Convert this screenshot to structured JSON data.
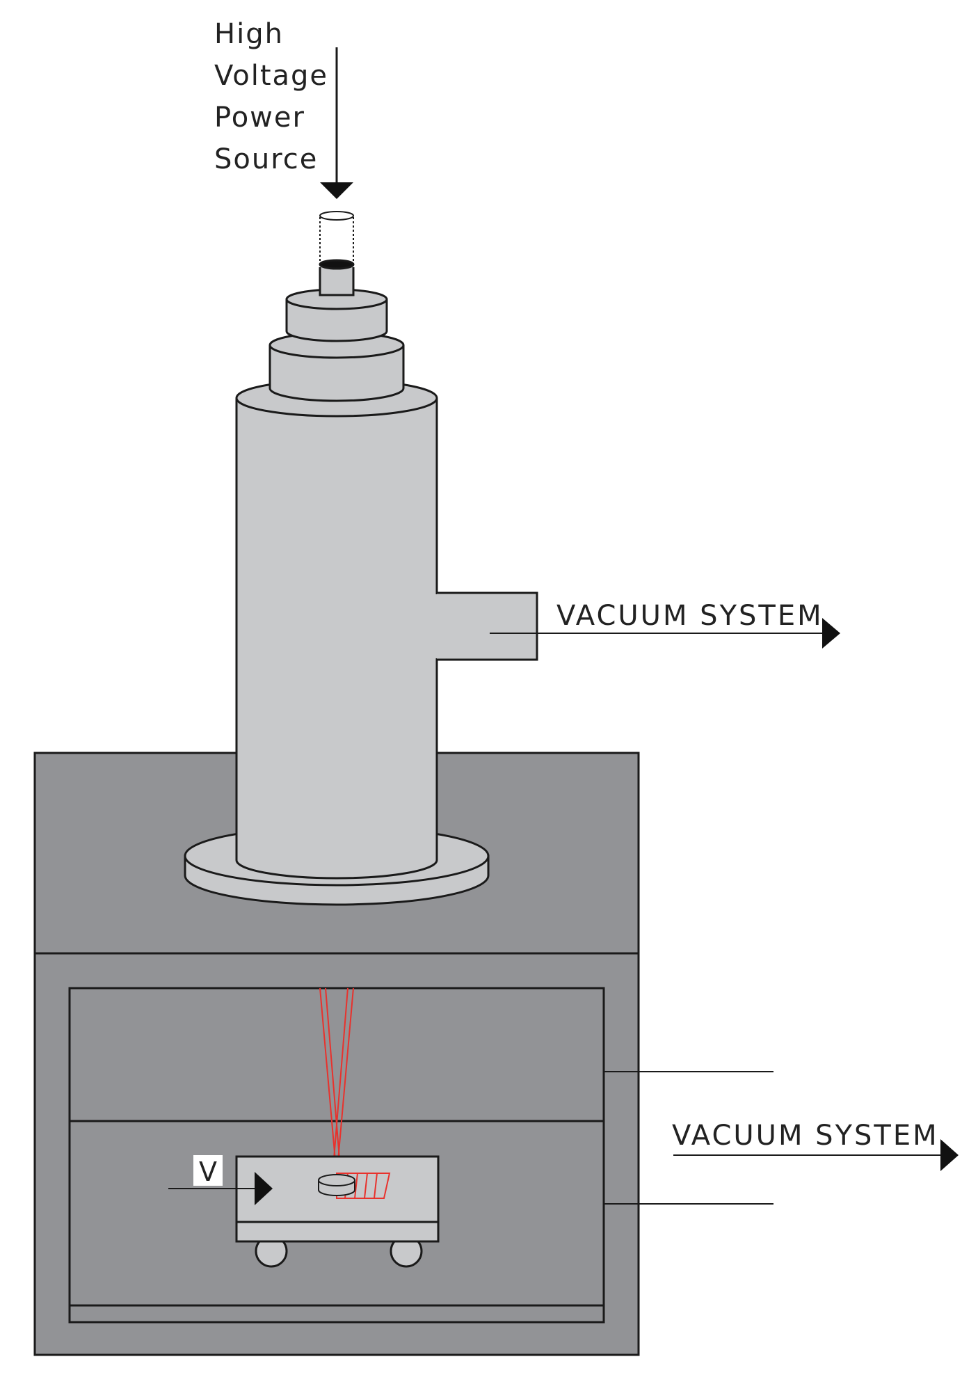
{
  "labels": {
    "power_source_lines": [
      "High",
      "Voltage",
      "Power",
      "Source"
    ],
    "vacuum_upper": "VACUUM SYSTEM",
    "vacuum_lower": "VACUUM SYSTEM",
    "voltage_tag": "V"
  },
  "colors": {
    "column": "#c8c9cb",
    "chamber": "#929396",
    "outline": "#1a1a1a",
    "beam": "#e8322d",
    "background": "#ffffff"
  }
}
